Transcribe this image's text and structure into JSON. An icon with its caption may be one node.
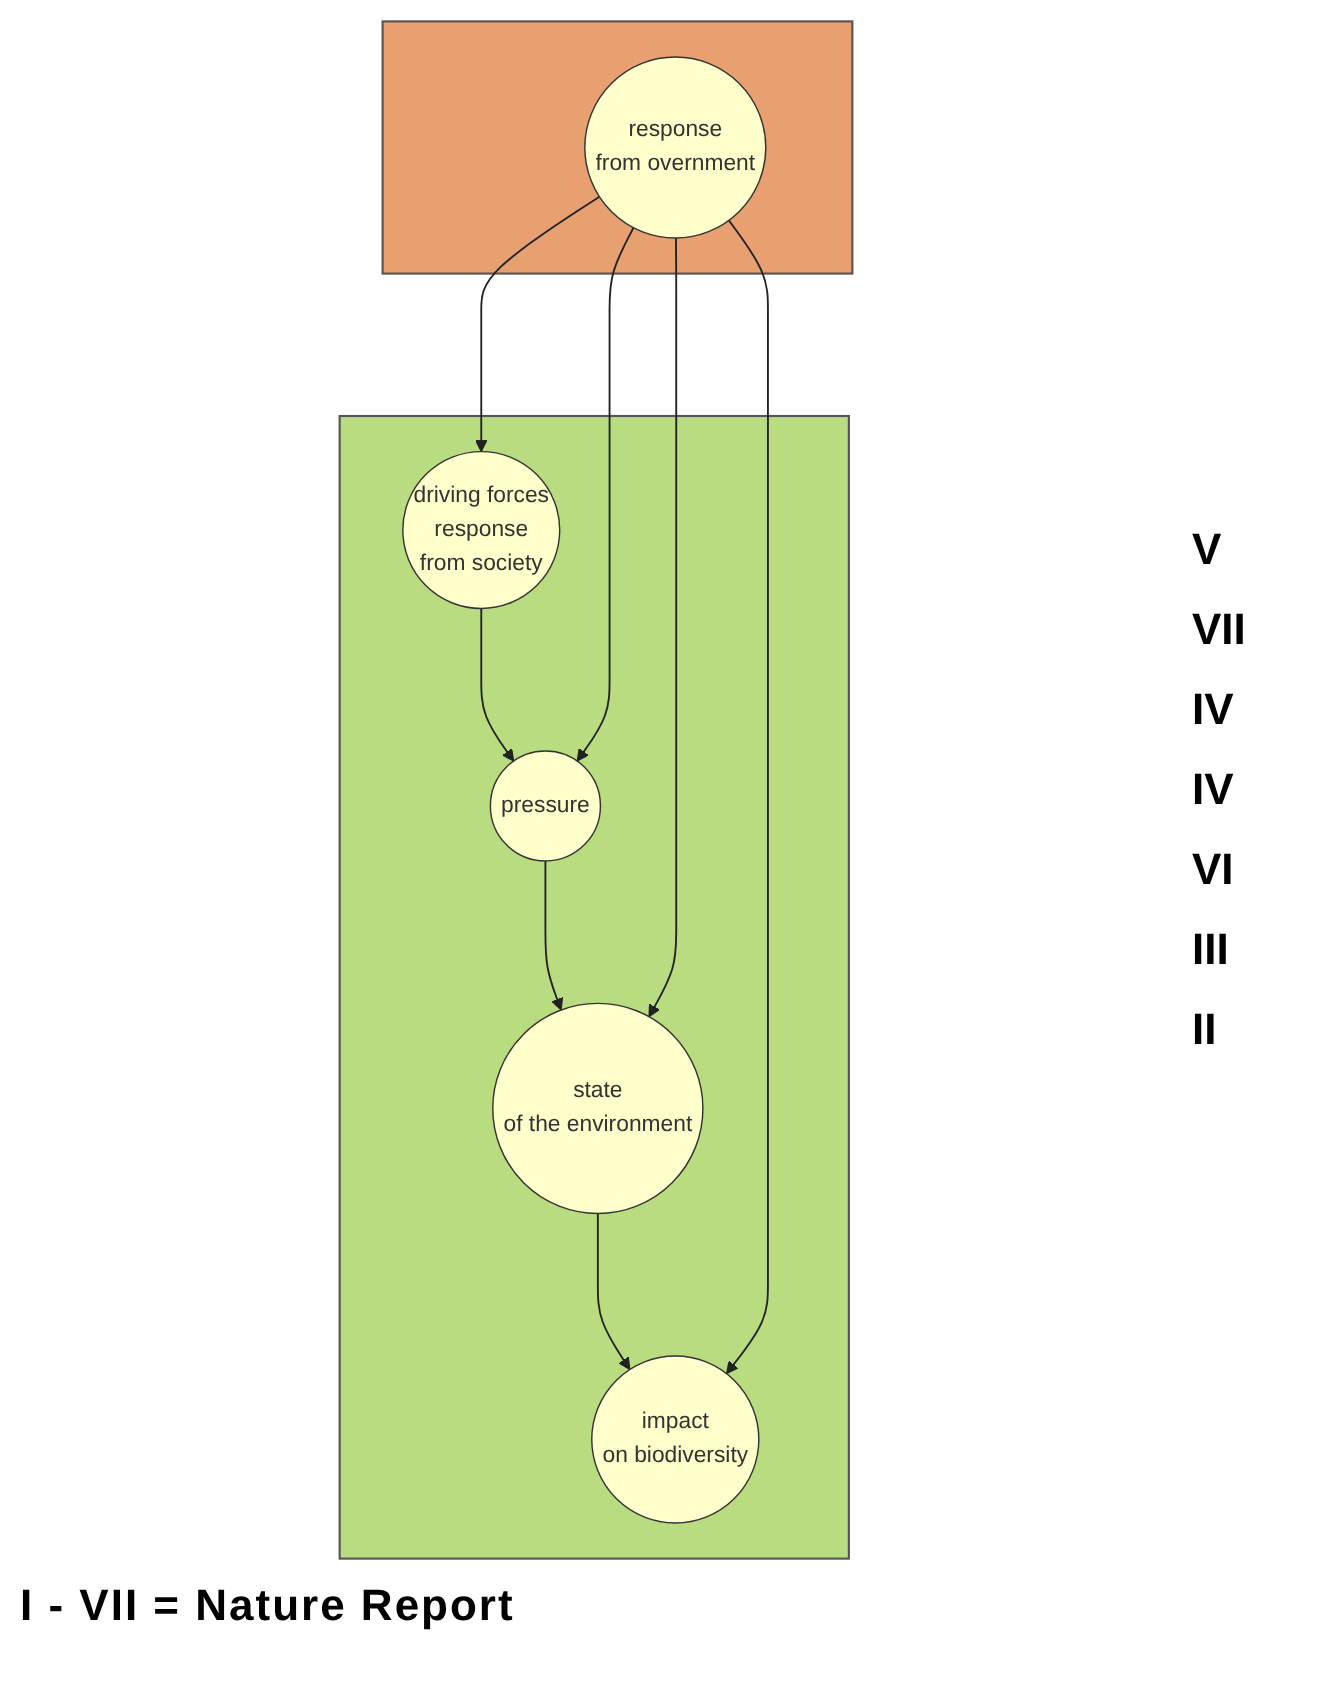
{
  "diagram": {
    "nodes": [
      {
        "text": [],
        "shape": "box"
      },
      {
        "text": [
          "driving forces",
          "response",
          "from society"
        ],
        "in": 0
      },
      {
        "text": [
          "pressure"
        ],
        "in": 0
      },
      {
        "text": [],
        "shape": "box"
      },
      {
        "text": [
          "response",
          "from overnment"
        ],
        "in": 3
      },
      {
        "text": [
          "state",
          "of the environment"
        ],
        "in": 0
      },
      {
        "text": [
          "impact",
          "on biodiversity"
        ],
        "in": 0
      }
    ],
    "edges": [
      {
        "from": 1,
        "to": 2,
        "arrow": "to"
      },
      {
        "from": 2,
        "to": 5,
        "arrow": "to"
      },
      {
        "from": 5,
        "to": 6,
        "arrow": "to"
      },
      {
        "from": 4,
        "to": 1,
        "arrow": "to"
      },
      {
        "from": 4,
        "to": 2,
        "arrow": "to"
      },
      {
        "from": 4,
        "to": 5,
        "arrow": "to"
      },
      {
        "from": 4,
        "to": 6,
        "arrow": "to"
      }
    ],
    "labels": [
      "V",
      "VII",
      "IV",
      "IV",
      "VI",
      "III",
      "II",
      "I - VII = Nature Report"
    ]
  }
}
